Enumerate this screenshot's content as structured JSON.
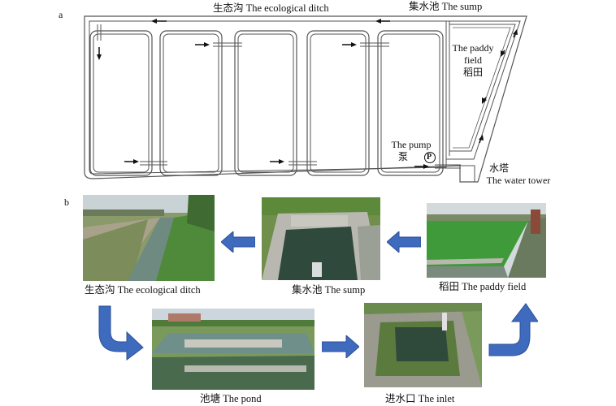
{
  "panel_a": {
    "panel_letter": "a",
    "ecological_ditch_label": "生态沟 The ecological ditch",
    "sump_label": "集水池 The sump",
    "paddy_label_line1": "The paddy",
    "paddy_label_line2": "field",
    "paddy_label_line3": "稻田",
    "pump_label_line1": "The pump",
    "pump_label_line2": "泵",
    "pump_symbol": "P",
    "tower_label_line1": "水塔",
    "tower_label_line2": "The water tower"
  },
  "panel_b": {
    "panel_letter": "b",
    "photos": {
      "ditch": "生态沟 The ecological ditch",
      "sump": "集水池 The sump",
      "paddy": "稻田 The paddy field",
      "pond": "池塘 The pond",
      "inlet": "进水口 The inlet"
    }
  },
  "colors": {
    "flow_arrow": "#3f6bbf",
    "flow_arrow_edge": "#2d4f96",
    "line": "#555555"
  }
}
